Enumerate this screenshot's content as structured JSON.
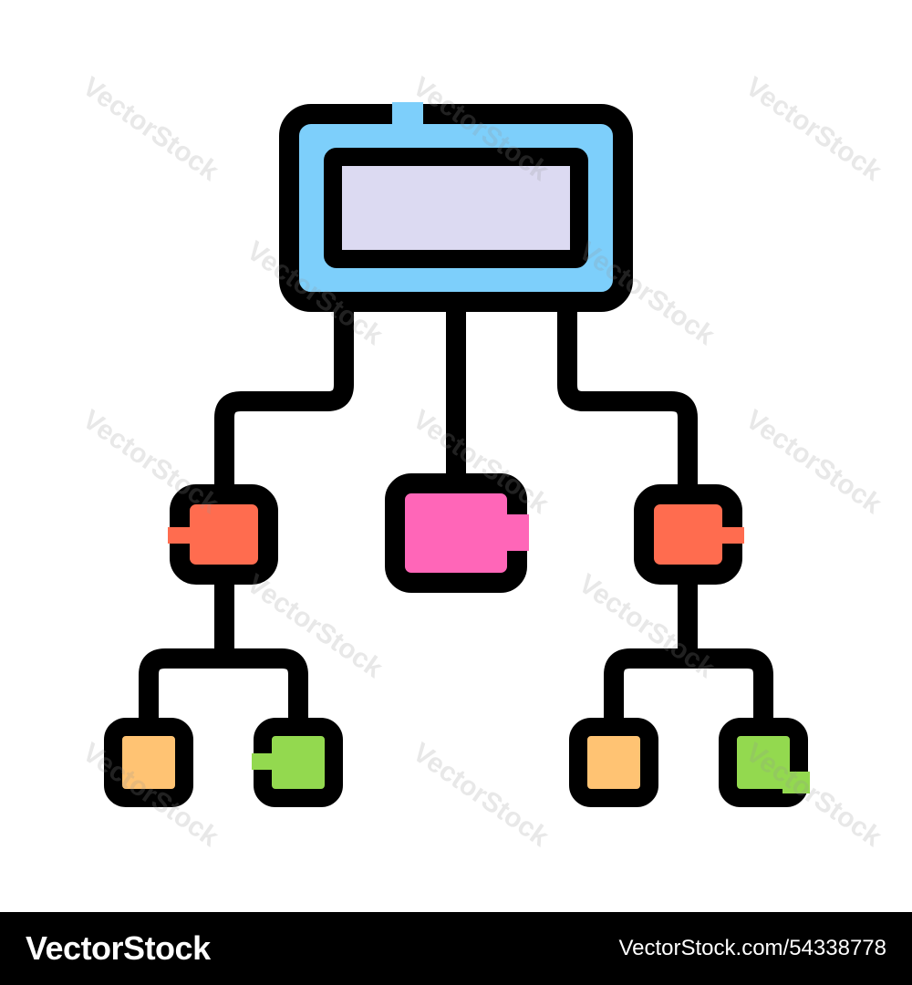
{
  "watermark": {
    "text": "VectorStock"
  },
  "footer": {
    "brand": "VectorStock",
    "stock_id": "VectorStock.com/54338778"
  },
  "colors": {
    "stroke": "#000000",
    "top_outer": "#7dcffb",
    "top_inner": "#dcdaf2",
    "mid_side": "#ff6c4f",
    "mid_center": "#ff66b8",
    "leaf_orange": "#ffc373",
    "leaf_green": "#93d94f",
    "footer_bg": "#000000",
    "footer_text": "#ffffff"
  },
  "icons": [
    "hierarchy-diagram-icon"
  ]
}
